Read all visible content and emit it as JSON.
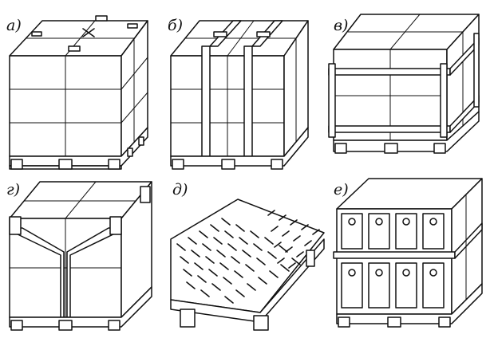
{
  "panels": [
    {
      "id": "a",
      "label": "а)"
    },
    {
      "id": "b",
      "label": "б)"
    },
    {
      "id": "v",
      "label": "в)"
    },
    {
      "id": "g",
      "label": "г)"
    },
    {
      "id": "d",
      "label": "д)"
    },
    {
      "id": "e",
      "label": "е)"
    }
  ]
}
